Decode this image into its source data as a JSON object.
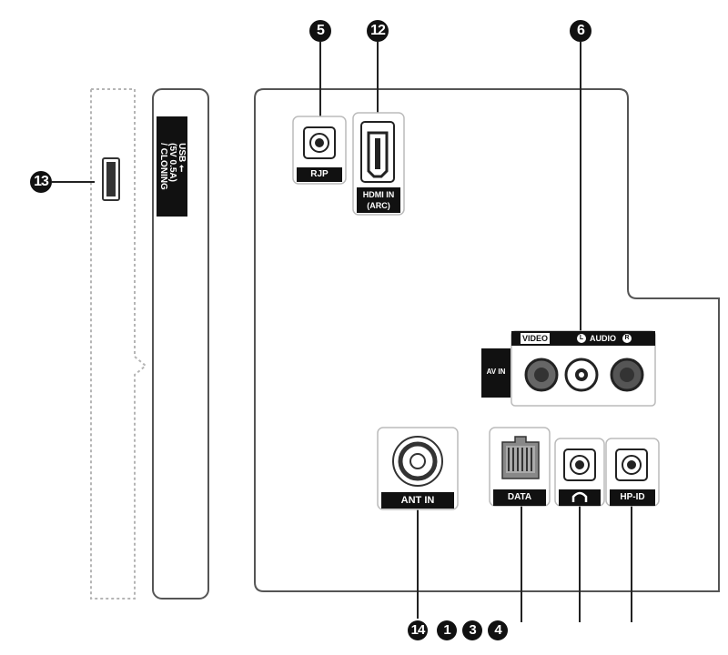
{
  "callouts": {
    "rjp": "5",
    "hdmi": "12",
    "av": "6",
    "usb": "13",
    "ant": "14",
    "data": "1",
    "headphone": "3",
    "hpid": "4"
  },
  "ports": {
    "rjp": "RJP",
    "hdmi_line1": "HDMI IN",
    "hdmi_line2": "(ARC)",
    "usb_line1": "USB",
    "usb_line2": "(5V 0.5A)",
    "usb_line3": "/ CLONING",
    "av_in": "AV IN",
    "video": "VIDEO",
    "audio": "AUDIO",
    "audio_left": "L",
    "audio_right": "R",
    "ant_in": "ANT IN",
    "data": "DATA",
    "hp_id": "HP-ID"
  },
  "icons": [
    "usb-symbol-icon",
    "headphone-icon",
    "ethernet-jack-icon",
    "hdmi-socket-icon",
    "coax-socket-icon",
    "rca-jack-icon",
    "mini-jack-icon"
  ]
}
